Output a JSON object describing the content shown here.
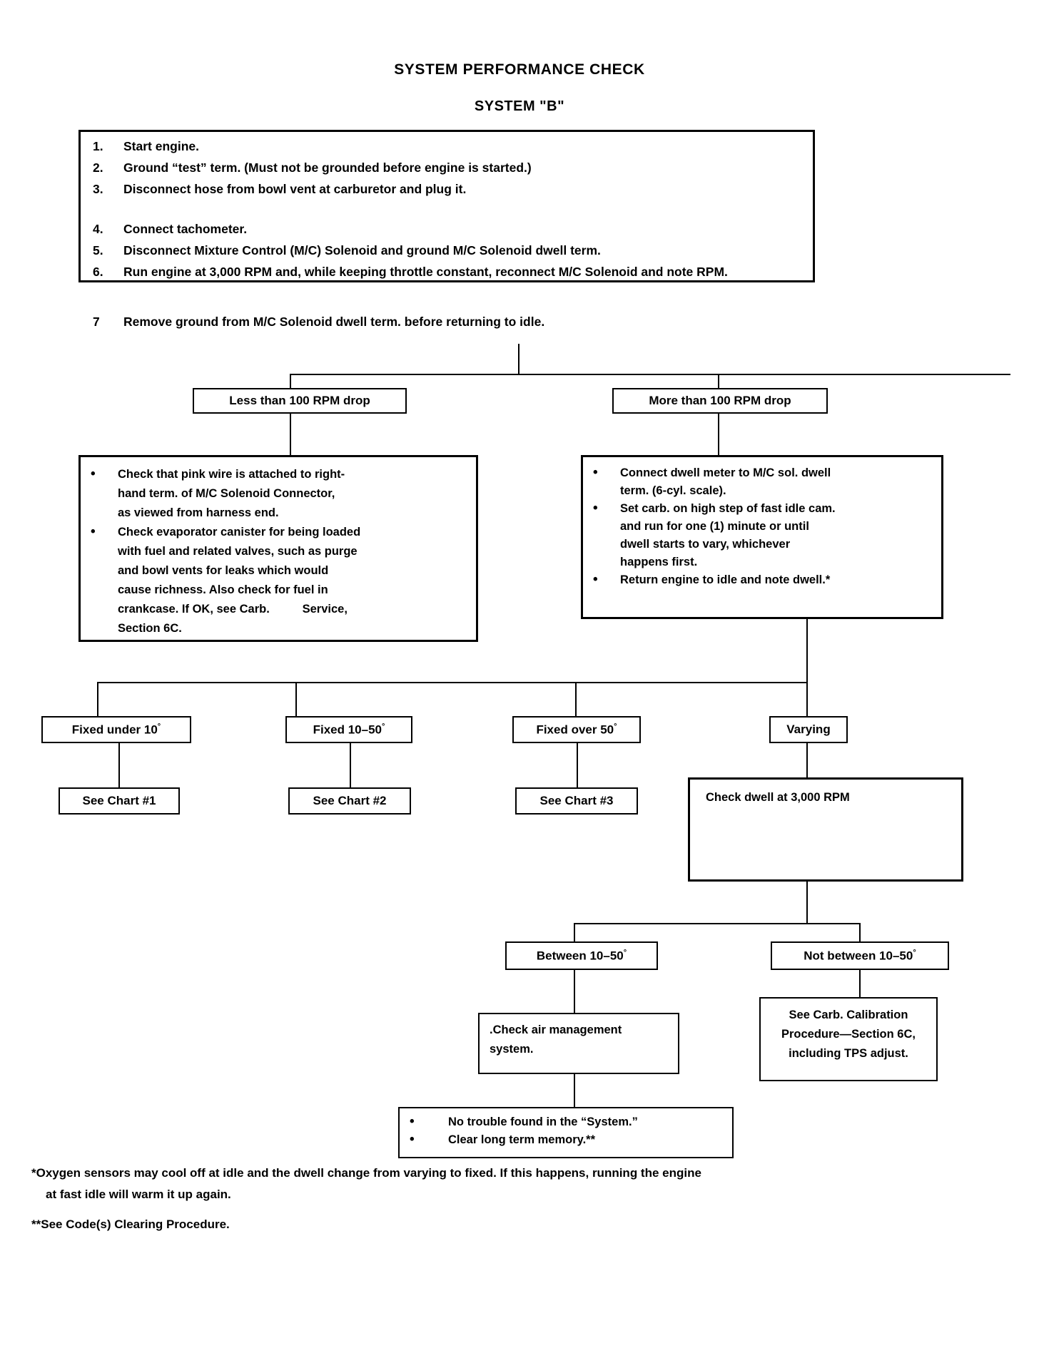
{
  "document": {
    "title_main": "SYSTEM PERFORMANCE CHECK",
    "title_sub": "SYSTEM \"B\""
  },
  "procedure": {
    "steps": [
      {
        "num": "1.",
        "text": "Start engine."
      },
      {
        "num": "2.",
        "text": "Ground “test” term.  (Must not be grounded before engine is started.)"
      },
      {
        "num": "3.",
        "text": "Disconnect  hose  from  bowl  vent  at  carburetor  and  plug it."
      },
      {
        "num": "4.",
        "text": "Connect tachometer."
      },
      {
        "num": "5.",
        "text": "Disconnect Mixture Control (M/C) Solenoid and ground M/C Solenoid dwell term."
      },
      {
        "num": "6.",
        "text": "Run engine at 3,000 RPM and, while keeping throttle constant, reconnect M/C Solenoid and note RPM."
      },
      {
        "num": "7",
        "text": "Remove ground from M/C Solenoid dwell term. before returning to idle."
      }
    ]
  },
  "branch": {
    "less_than": "Less than 100 RPM drop",
    "more_than": "More than 100 RPM drop"
  },
  "left_actions": {
    "bullets": [
      "Check that pink wire is attached to right-hand term. of M/C Solenoid Connector, as viewed from harness end.",
      "Check evaporator canister for being loaded with fuel and related valves, such as purge and bowl vents for leaks which would cause richness. Also check for fuel in crankcase. If OK, see Carb.            Service, Section 6C."
    ],
    "bullet_lines": [
      [
        "Check that pink wire is attached to right-",
        "hand term. of M/C Solenoid Connector,",
        "as viewed from harness end."
      ],
      [
        "Check evaporator canister for being loaded",
        "with fuel and related valves, such as purge",
        "and bowl vents for leaks which would",
        "cause richness. Also check for fuel in",
        "crankcase. If OK, see Carb.          Service,",
        "Section 6C."
      ]
    ]
  },
  "right_actions": {
    "bullet_lines": [
      [
        "Connect dwell meter to M/C sol. dwell",
        "term. (6-cyl. scale)."
      ],
      [
        "Set carb. on high step of fast idle cam.",
        "and run for one (1) minute or until",
        "dwell starts to vary, whichever",
        "happens first."
      ],
      [
        "Return engine to idle and note dwell.*"
      ]
    ]
  },
  "dwell_results": {
    "fixed_under_10": {
      "text": "Fixed under 10",
      "degree": "°"
    },
    "fixed_10_50": {
      "text": "Fixed 10–50",
      "degree": "°"
    },
    "fixed_over_50": {
      "text": "Fixed over 50",
      "degree": "°"
    },
    "varying": {
      "text": "Varying",
      "degree": ""
    },
    "chart1": "See Chart #1",
    "chart2": "See Chart #2",
    "chart3": "See Chart #3",
    "check_dwell_3000": "Check dwell at 3,000 RPM"
  },
  "varying_branch": {
    "between": {
      "text": "Between 10–50",
      "degree": "°"
    },
    "not_between": {
      "text": "Not between 10–50",
      "degree": "°"
    },
    "check_air_lines": [
      ".Check air management",
      "system."
    ],
    "carb_calibration_lines": [
      "See Carb. Calibration",
      "Procedure—Section 6C,",
      "including TPS adjust."
    ],
    "no_trouble_bullets": [
      "No trouble found in the “System.”",
      "Clear long term memory.**"
    ]
  },
  "footnotes": {
    "line1": "*Oxygen sensors may cool off at idle and the dwell change from varying to fixed. If this happens, running the engine",
    "line2": "at fast idle will warm it up again.",
    "line3": "**See Code(s) Clearing Procedure."
  }
}
